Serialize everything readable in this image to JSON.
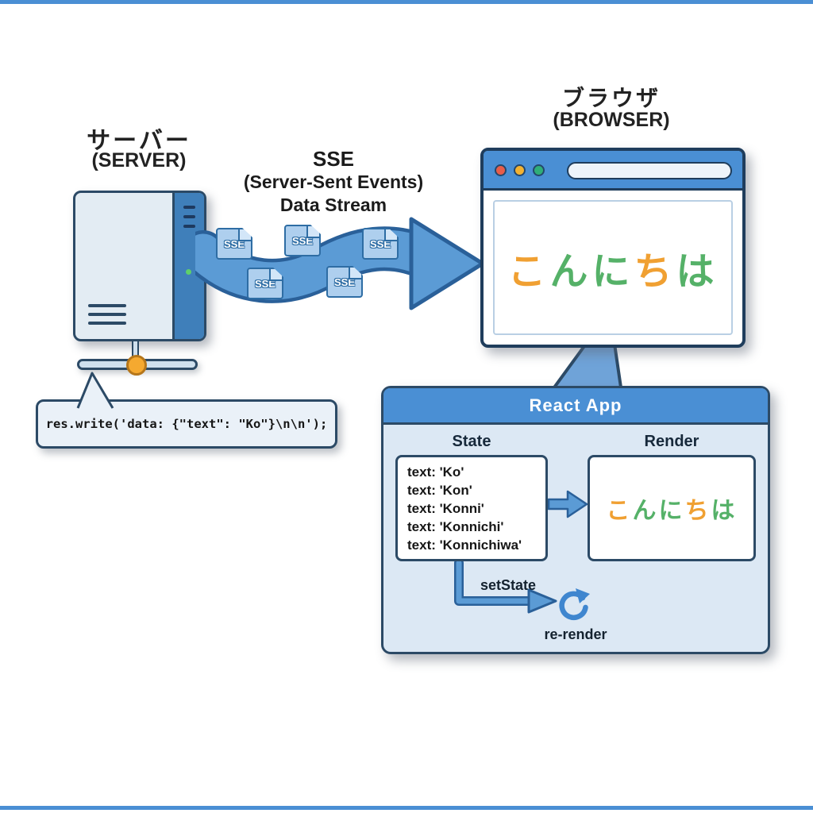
{
  "palette": {
    "header_blue": "#4a8fd4",
    "stream_blue": "#5b9bd5",
    "outline_navy": "#2c4a66",
    "orange": "#f0a032",
    "green": "#55b168",
    "node_orange": "#f5a930"
  },
  "server": {
    "label_jp": "サーバー",
    "label_en": "(SERVER)"
  },
  "stream": {
    "line1": "SSE",
    "line2": "(Server-Sent Events)",
    "line3": "Data Stream",
    "packet_label": "SSE"
  },
  "browser": {
    "label_jp": "ブラウザ",
    "label_en": "(BROWSER)"
  },
  "greeting": {
    "chars": [
      {
        "ch": "こ",
        "color": "#f0a032"
      },
      {
        "ch": "ん",
        "color": "#55b168"
      },
      {
        "ch": "に",
        "color": "#55b168"
      },
      {
        "ch": "ち",
        "color": "#f0a032"
      },
      {
        "ch": "は",
        "color": "#55b168"
      }
    ]
  },
  "code_bubble": {
    "code": "res.write('data: {\"text\": \"Ko\"}\\n\\n');"
  },
  "react_app": {
    "title": "React App",
    "state_label": "State",
    "render_label": "Render",
    "state_lines": [
      "text: 'Ko'",
      "text: 'Kon'",
      "text: 'Konni'",
      "text: 'Konnichi'",
      "text: 'Konnichiwa'"
    ],
    "setstate_label": "setState",
    "rerender_label": "re-render"
  }
}
